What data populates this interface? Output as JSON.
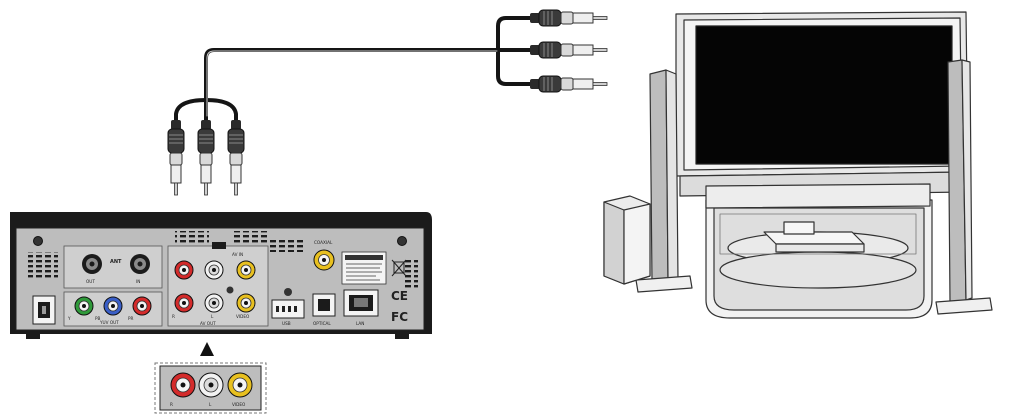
{
  "labels": {
    "ant": "ANT",
    "out": "OUT",
    "in": "IN",
    "y": "Y",
    "pb": "PB",
    "pr": "PR",
    "yuv_out": "YUV OUT",
    "r": "R",
    "l": "L",
    "video": "VIDEO",
    "av_in": "AV IN",
    "av_out": "AV OUT",
    "usb": "USB",
    "coaxial": "COAXIAL",
    "optical": "OPTICAL",
    "lan": "LAN",
    "ce": "CE",
    "fc": "FC",
    "inset_r": "R",
    "inset_l": "L",
    "inset_video": "VIDEO"
  },
  "colors": {
    "red": "#d42b2b",
    "white": "#f2f2f2",
    "yellow": "#e8c020",
    "green": "#2f9a3a",
    "blue": "#3a5fc8",
    "panel": "#bdbdbd",
    "chassis": "#1b1b1b",
    "screen": "#050505",
    "cable": "#151515"
  }
}
